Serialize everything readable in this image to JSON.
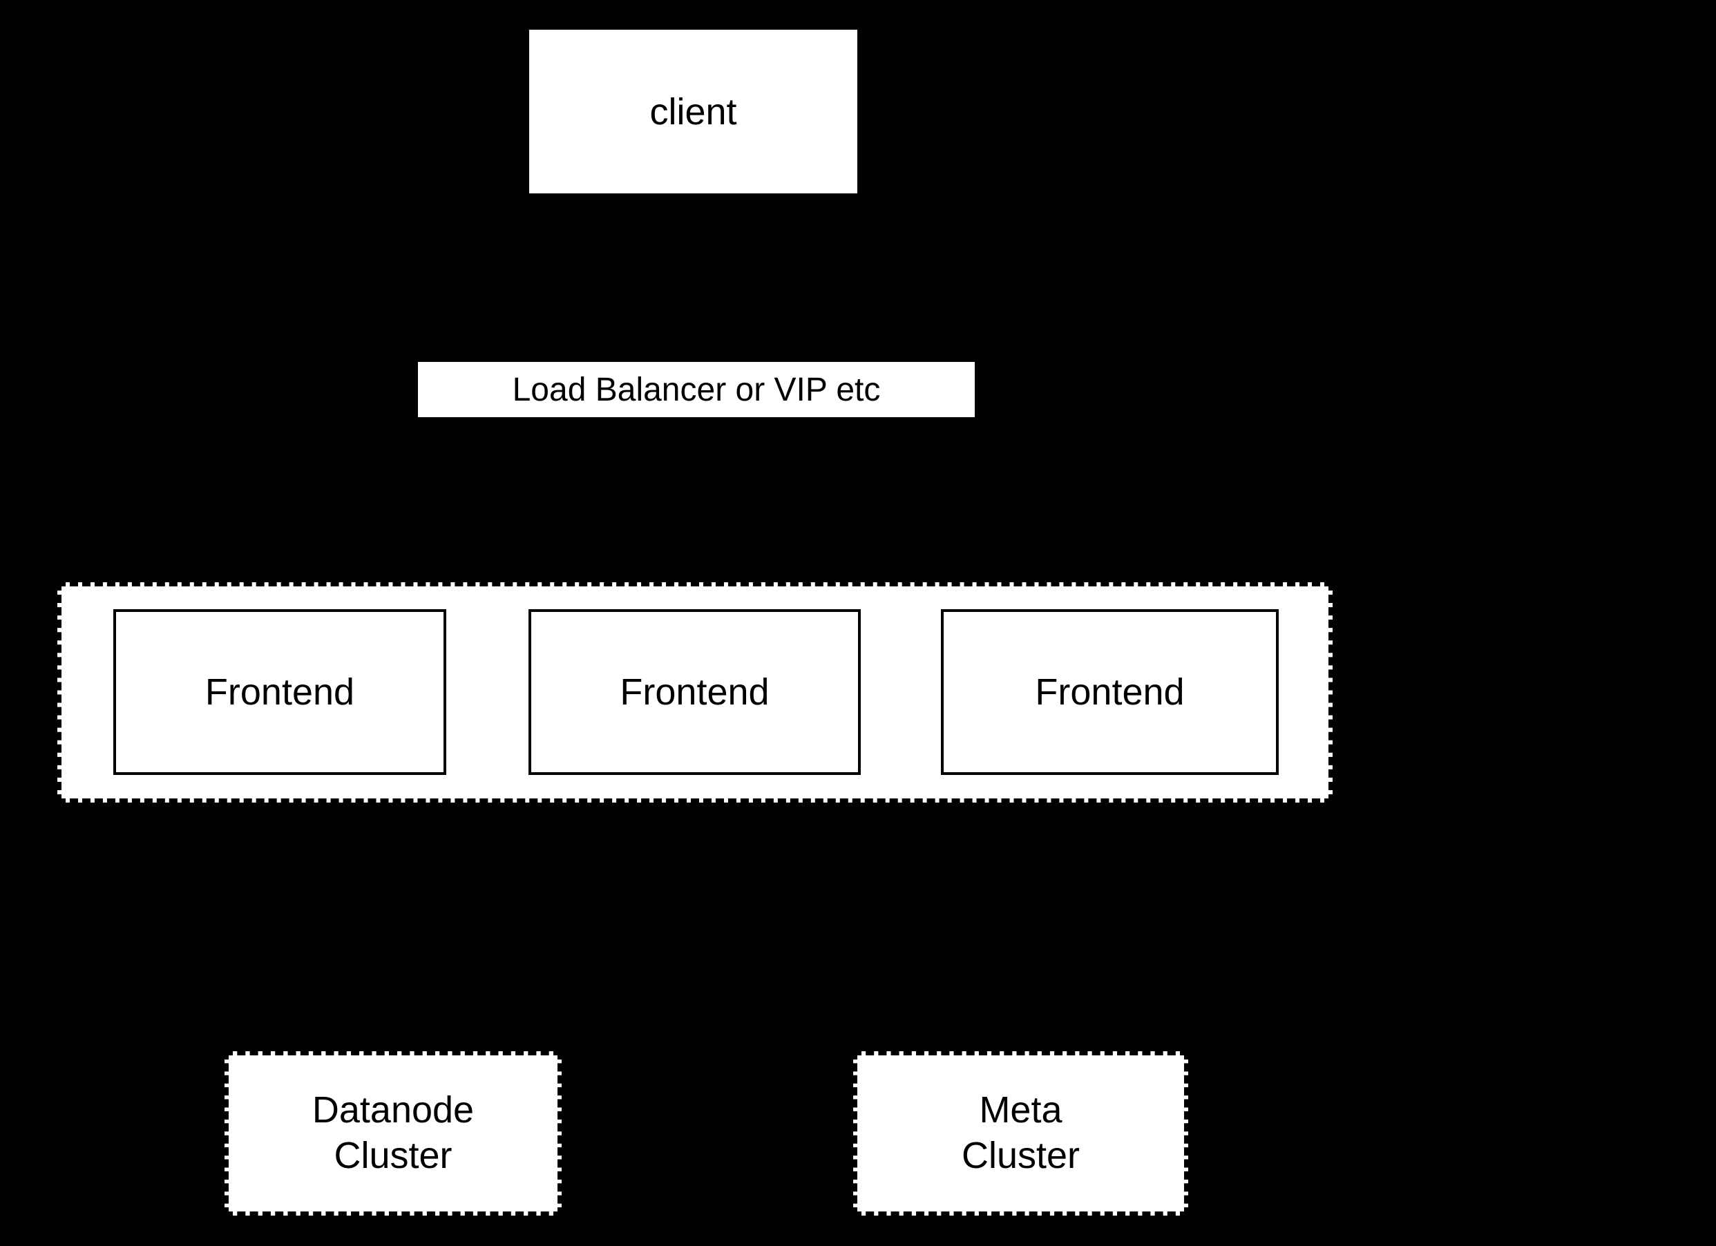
{
  "diagram": {
    "client": {
      "label": "client"
    },
    "load_balancer": {
      "label": "Load Balancer or VIP etc"
    },
    "frontend_group": {
      "nodes": [
        {
          "label": "Frontend"
        },
        {
          "label": "Frontend"
        },
        {
          "label": "Frontend"
        }
      ]
    },
    "datanode_cluster": {
      "label": "Datanode\nCluster"
    },
    "meta_cluster": {
      "label": "Meta\nCluster"
    }
  },
  "colors": {
    "background": "#000000",
    "node_fill": "#ffffff",
    "node_border": "#000000",
    "text": "#000000"
  }
}
